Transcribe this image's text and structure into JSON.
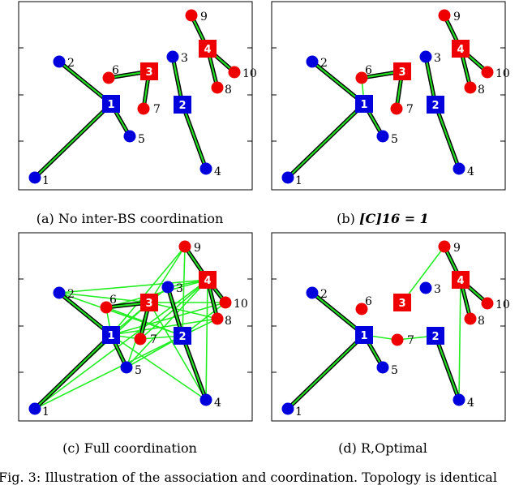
{
  "colors": {
    "bs": "#0000dd",
    "user": "#ee0000",
    "ue": "#0000dd",
    "assoc_outer": "#000000",
    "assoc_inner": "#22dd22",
    "coord": "#22ee22"
  },
  "legend_nodes": {
    "bs_ids": [
      "1",
      "2",
      "3",
      "4"
    ],
    "ue_ids": [
      "1",
      "2",
      "3",
      "4",
      "5",
      "6",
      "7",
      "8",
      "9",
      "10"
    ]
  },
  "panels": [
    {
      "caption": "(a) No inter-BS coordination",
      "coordination": "none"
    },
    {
      "caption": "[C]16 = 1",
      "caption_prefix": "(b) ",
      "coordination": "single"
    },
    {
      "caption": "(c) Full coordination",
      "coordination": "full"
    },
    {
      "caption": "(d) R,Optimal",
      "coordination": "optimal"
    }
  ],
  "figure_caption": "Fig. 3: Illustration of the association and coordination. Topology is identical"
}
